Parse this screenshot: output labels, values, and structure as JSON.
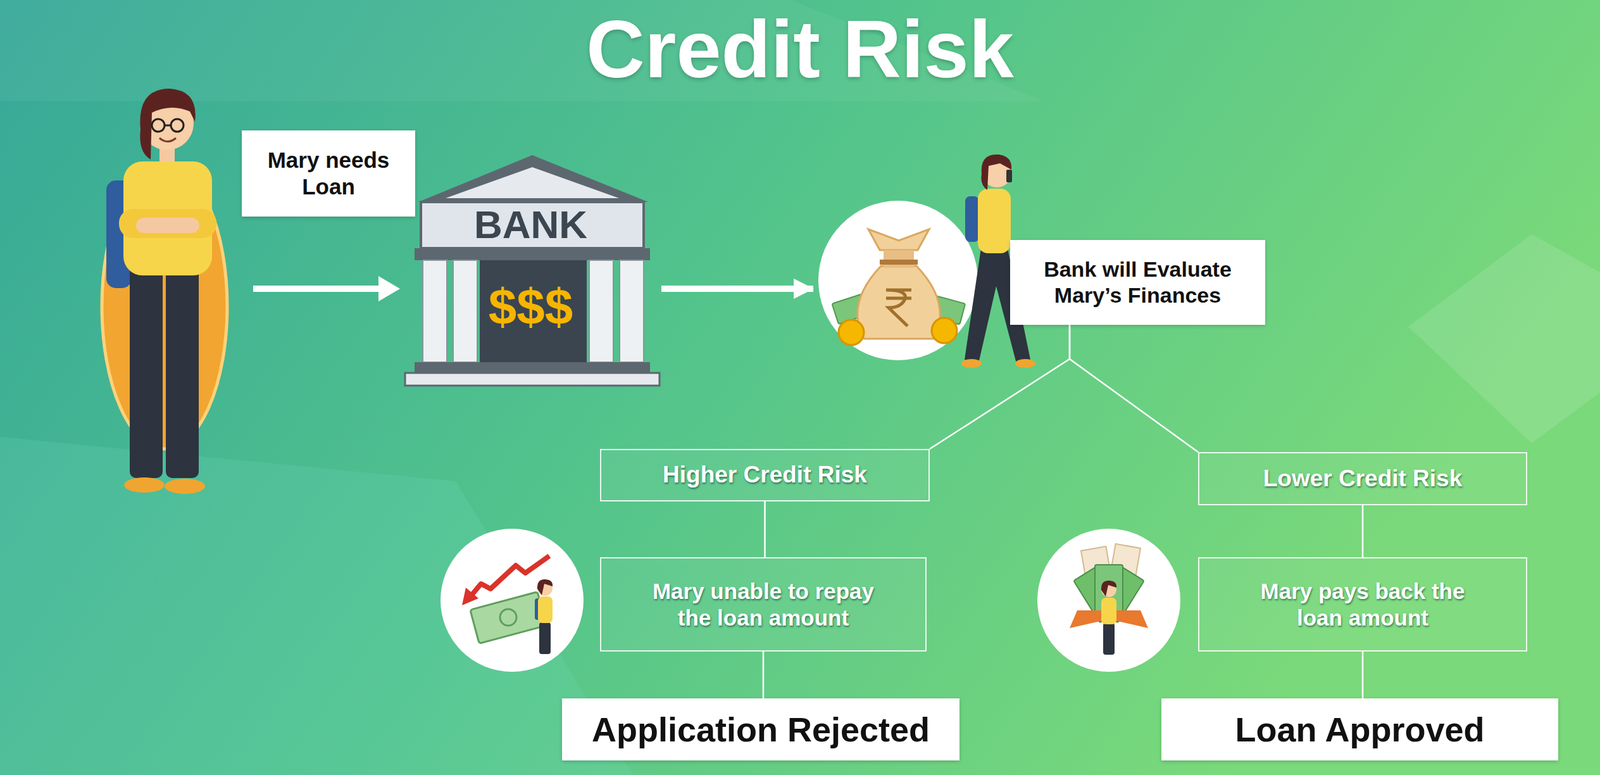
{
  "diagram": {
    "title": "Credit Risk",
    "nodes": [
      {
        "text": [
          "Mary needs Loan"
        ]
      },
      {
        "text": [
          "BANK",
          "$$$"
        ]
      },
      {
        "text": [
          "Bank will Evaluate Mary’s Finances"
        ]
      },
      {
        "text": [
          "Higher Credit Risk"
        ]
      },
      {
        "text": [
          "Lower Credit Risk"
        ]
      },
      {
        "text": [
          "Mary unable to repay the loan amount"
        ]
      },
      {
        "text": [
          "Mary pays back the loan amount"
        ]
      },
      {
        "text": [
          "Application Rejected"
        ]
      },
      {
        "text": [
          "Loan Approved"
        ]
      }
    ],
    "edges": [
      {
        "from": 1,
        "to": 2,
        "arrow": "to"
      },
      {
        "from": 2,
        "to": 3,
        "arrow": "none"
      },
      {
        "from": 2,
        "to": 4,
        "arrow": "none"
      },
      {
        "from": 3,
        "to": 5,
        "arrow": "none"
      },
      {
        "from": 4,
        "to": 6,
        "arrow": "none"
      },
      {
        "from": 5,
        "to": 7,
        "arrow": "none"
      },
      {
        "from": 6,
        "to": 8,
        "arrow": "none"
      }
    ]
  }
}
